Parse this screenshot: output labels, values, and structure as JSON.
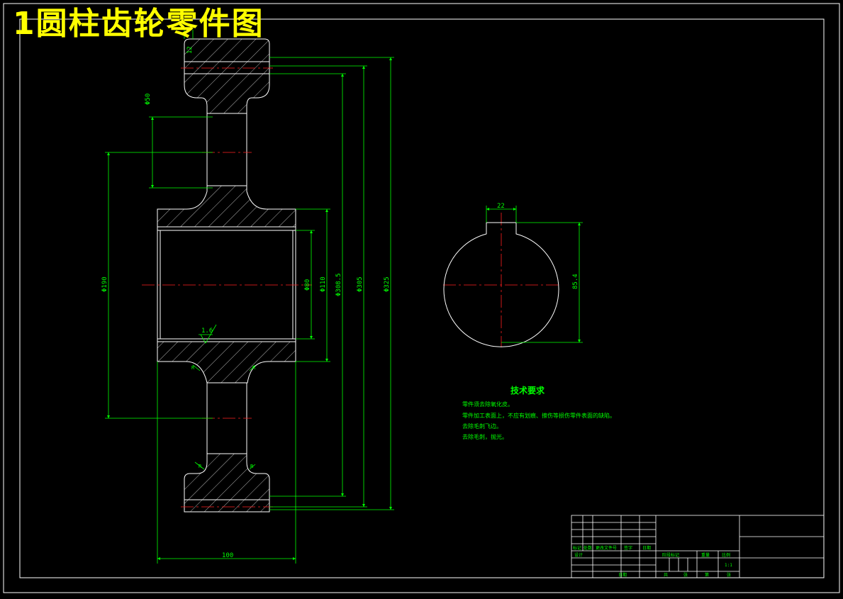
{
  "drawing": {
    "title": "1圆柱齿轮零件图",
    "colors": {
      "background": "#000000",
      "outline": "#ffffff",
      "dimension": "#00ff00",
      "center": "#ff0000",
      "title": "#ffff00"
    },
    "dims": {
      "top_small": "12",
      "hole_dia": "Φ50",
      "bolt_circle": "Φ190",
      "bore": "Φ80",
      "hub": "Φ110",
      "root": "Φ308.5",
      "pitch": "Φ305",
      "tip": "Φ325",
      "width": "100",
      "roughness": "1.6",
      "key_width": "22",
      "key_depth": "85.4"
    },
    "tech": {
      "heading": "技术要求",
      "lines": [
        "零件须去除氧化皮。",
        "零件加工表面上，不应有划痕、擦伤等损伤零件表面的缺陷。",
        "去除毛刺飞边。",
        "去除毛刺，抛光。"
      ]
    },
    "titleblock": {
      "row_labels": [
        "标记",
        "处数",
        "更改文件号",
        "签字",
        "日期"
      ],
      "design": "设计",
      "stage_labels": [
        "阶段标记",
        "重量",
        "比例"
      ],
      "scale": "1:1",
      "bottom": [
        "日期",
        "共",
        "张",
        "第",
        "张"
      ]
    }
  }
}
